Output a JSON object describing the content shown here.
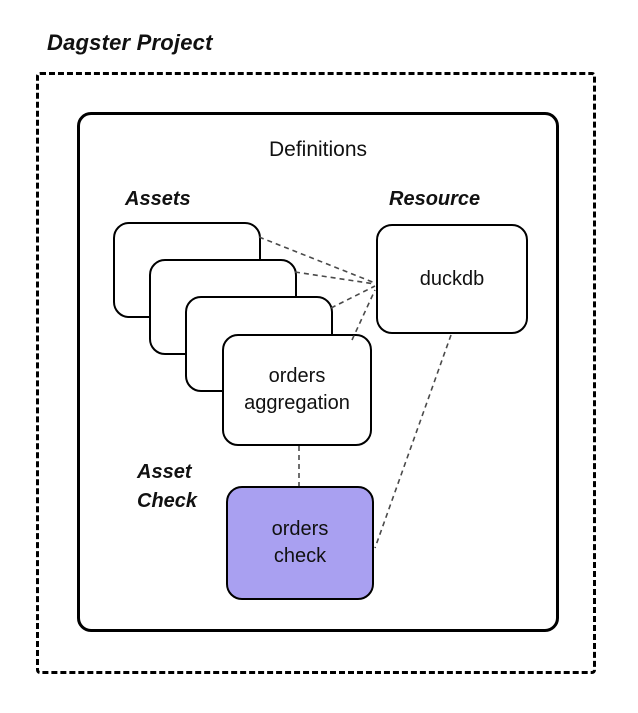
{
  "diagram": {
    "title": "Dagster Project",
    "definitions_title": "Definitions",
    "assets_label": "Assets",
    "resource_label": "Resource",
    "asset_check_label": {
      "line1": "Asset",
      "line2": "Check"
    },
    "nodes": {
      "asset_front": {
        "line1": "orders",
        "line2": "aggregation"
      },
      "resource": {
        "label": "duckdb"
      },
      "asset_check": {
        "line1": "orders",
        "line2": "check"
      }
    },
    "colors": {
      "asset_check_fill": "#a9a0f1",
      "node_border": "#000000",
      "connector": "#4a4a4a"
    }
  }
}
